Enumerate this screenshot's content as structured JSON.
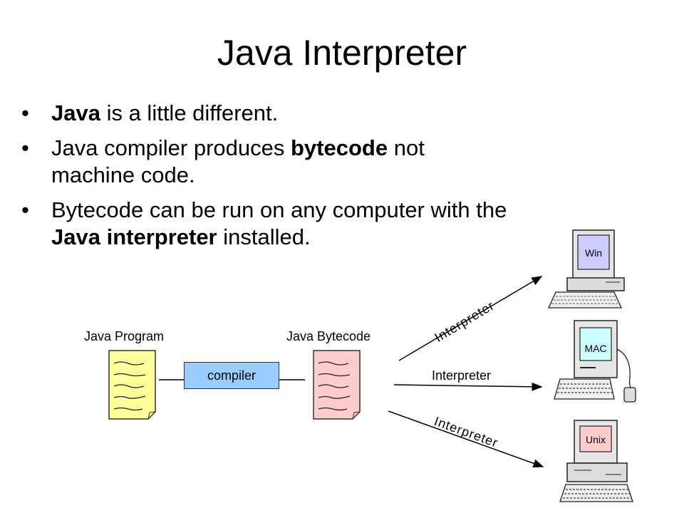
{
  "slide": {
    "title": "Java Interpreter",
    "bullets": [
      {
        "parts": [
          {
            "text": "Java",
            "bold": true
          },
          {
            "text": " is a little different.",
            "bold": false
          }
        ]
      },
      {
        "parts": [
          {
            "text": "Java compiler produces ",
            "bold": false
          },
          {
            "text": "bytecode",
            "bold": true
          },
          {
            "text": " not machine code.",
            "bold": false
          }
        ]
      },
      {
        "parts": [
          {
            "text": "Bytecode can be run on any computer with the ",
            "bold": false
          },
          {
            "text": "Java interpreter",
            "bold": true
          },
          {
            "text": " installed.",
            "bold": false
          }
        ]
      }
    ],
    "bullet_glyph": "•"
  },
  "diagram": {
    "java_program_label": "Java Program",
    "java_bytecode_label": "Java Bytecode",
    "compiler_label": "compiler",
    "interpreter_labels": [
      "Interpreter",
      "Interpreter",
      "Interpreter"
    ],
    "computers": [
      "Win",
      "MAC",
      "Unix"
    ],
    "colors": {
      "program_page": "#ffff99",
      "bytecode_page": "#ffcccc",
      "compiler_box": "#99ccff",
      "win_screen": "#ccccff",
      "mac_screen": "#ccffff",
      "unix_screen": "#ffcccc"
    }
  }
}
